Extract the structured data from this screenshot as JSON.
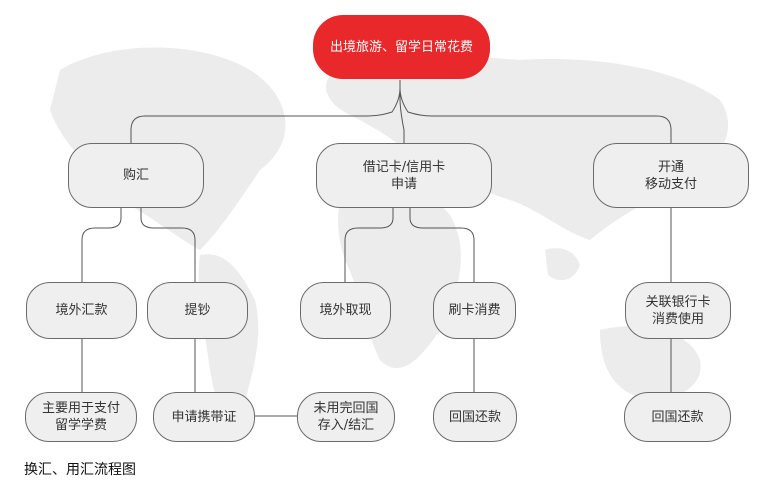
{
  "diagram": {
    "root": "出境旅游、留学日常花费",
    "level1": {
      "exchange": "购汇",
      "card": "借记卡/信用卡\n申请",
      "mobile": "开通\n移动支付"
    },
    "level2": {
      "remit": "境外汇款",
      "withdraw_cash": "提钞",
      "atm": "境外取现",
      "swipe": "刷卡消费",
      "link_card": "关联银行卡\n消费使用"
    },
    "level3": {
      "tuition": "主要用于支付\n留学学费",
      "carry_cert": "申请携带证",
      "unused": "未用完回国\n存入/结汇",
      "repay1": "回国还款",
      "repay2": "回国还款"
    },
    "caption": "换汇、用汇流程图"
  },
  "colors": {
    "root_fill": "#e8282b",
    "node_fill": "#efefef",
    "node_border": "#6b6b6b",
    "line": "#555555",
    "map": "#e9e9e9"
  }
}
